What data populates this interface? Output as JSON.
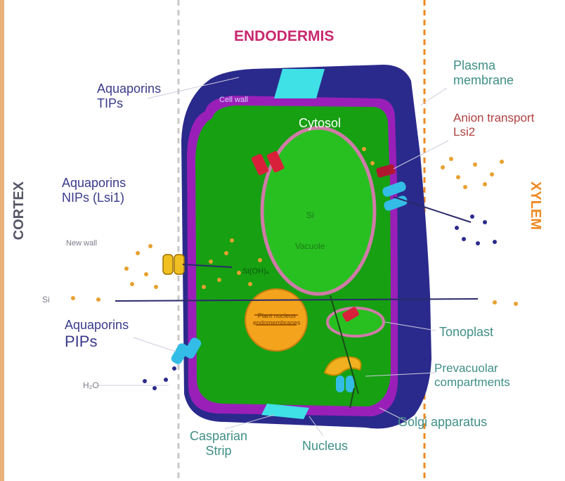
{
  "colors": {
    "title": "#c8286e",
    "cortex": "#555566",
    "xylem": "#ee8a22",
    "cell_wall_dark": "#2a2a8c",
    "plasma_membrane": "#9a1fb8",
    "cytosol": "#17a012",
    "vacuole_fill": "#28c020",
    "vacuole_edge": "#d07aa8",
    "aquaporin": "#33bde6",
    "casparian": "#3fe0e6",
    "transporter": "#d8203a",
    "nucleus": "#f3a31c",
    "golgi": "#f0b020",
    "label_blue": "#3a3a8c",
    "label_teal": "#3f8f86",
    "label_red": "#b04040"
  },
  "labels": {
    "title": "ENDODERMIS",
    "cortex": "CORTEX",
    "xylem": "XYLEM",
    "tips_line1": "Aquaporins",
    "tips_line2": "TIPs",
    "cell_wall": "Cell wall",
    "cytosol": "Cytosol",
    "nips_line1": "Aquaporins",
    "nips_line2": "NIPs (Lsi1)",
    "new_wall": "New wall",
    "si_left": "Si",
    "pips_line1": "Aquaporins",
    "pips_line2": "PIPs",
    "h2o_left": "H₂O",
    "plasma_line1": "Plasma",
    "plasma_line2": "membrane",
    "anion_line1": "Anion transport",
    "anion_line2": "Lsi2",
    "tonoplast": "Tonoplast",
    "prevac_line1": "Prevacuolar",
    "prevac_line2": "compartments",
    "golgi": "Golgi apparatus",
    "casparian_line1": "Casparian",
    "casparian_line2": "Strip",
    "nucleus": "Nucleus",
    "vacuole_line1": "Si",
    "vacuole_line2": "Vacuole",
    "nucleus_inner_line1": "Plant nucleus",
    "nucleus_inner_line2": "endomembranes",
    "si_inner": "Si(OH)₄"
  },
  "icons": {
    "aquaporin": "aquaporin-channel-icon",
    "transporter": "anion-transporter-icon",
    "golgi": "golgi-stack-icon"
  }
}
